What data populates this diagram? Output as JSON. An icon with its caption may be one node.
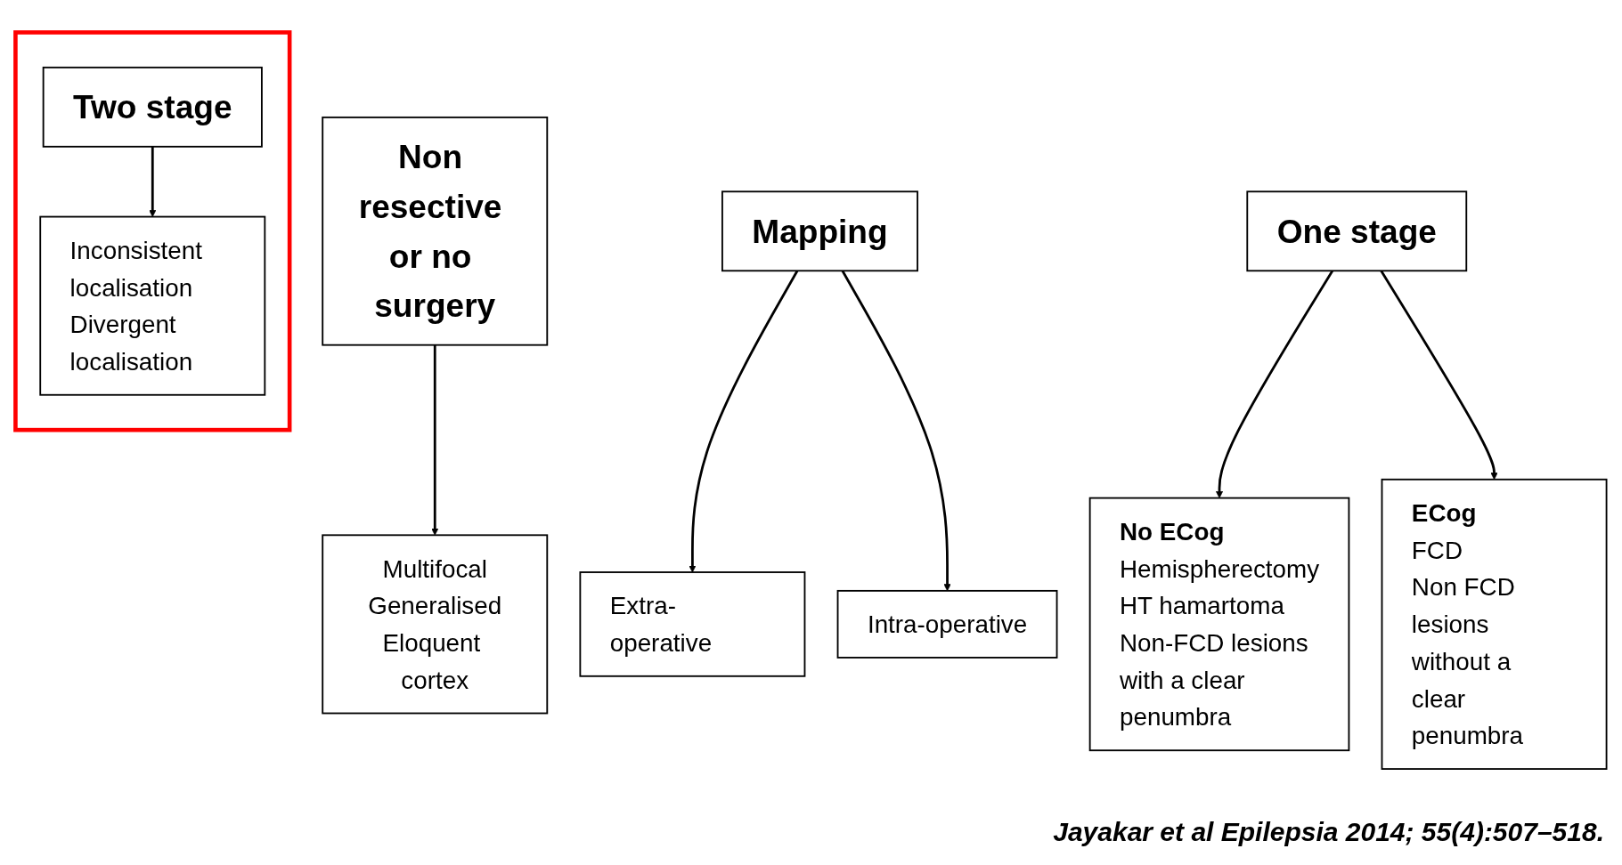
{
  "diagram": {
    "caption": "Jayakar et al Epilepsia 2014; 55(4):507–518.",
    "nodes": [
      {
        "text": [
          "Non resective or no surgery"
        ]
      },
      {
        "text": [
          "Mapping"
        ]
      },
      {
        "text": [
          "Extra-operative"
        ]
      },
      {
        "text": [
          "Intra-operative"
        ]
      },
      {
        "text": [
          "Multifocal",
          "Generalised",
          "Eloquent cortex"
        ]
      },
      {
        "text": [
          "One stage"
        ]
      },
      {
        "text": [],
        "shape": "box"
      },
      {
        "text": [
          "Two stage"
        ],
        "in": 6
      },
      {
        "text": [
          "Inconsistent localisation",
          "Divergent localisation"
        ],
        "in": 6
      },
      {
        "text": [
          "No ECog",
          "Hemispherectomy",
          "HT hamartoma",
          "Non-FCD lesions with a clear penumbra"
        ]
      },
      {
        "text": [
          "ECog",
          "FCD",
          "Non FCD lesions without a clear penumbra"
        ]
      }
    ],
    "edges": [
      {
        "from": 0,
        "to": 4,
        "arrow": "to"
      },
      {
        "from": 1,
        "to": 2,
        "arrow": "to"
      },
      {
        "from": 1,
        "to": 3,
        "arrow": "to"
      },
      {
        "from": 5,
        "to": 9,
        "arrow": "to"
      },
      {
        "from": 5,
        "to": 10,
        "arrow": "to"
      },
      {
        "from": 7,
        "to": 8,
        "arrow": "to"
      }
    ]
  }
}
